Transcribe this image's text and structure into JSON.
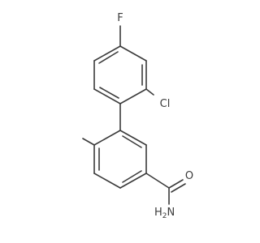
{
  "molecule": {
    "atoms": {
      "fluorine": "F",
      "chlorine": "Cl",
      "oxygen": "O",
      "nitrogen": "N",
      "hydrogen": "H",
      "hydrogen_count": "2"
    },
    "colors": {
      "bond": "#3b3b3b",
      "label": "#3b3b3b",
      "background": "#ffffff"
    }
  }
}
